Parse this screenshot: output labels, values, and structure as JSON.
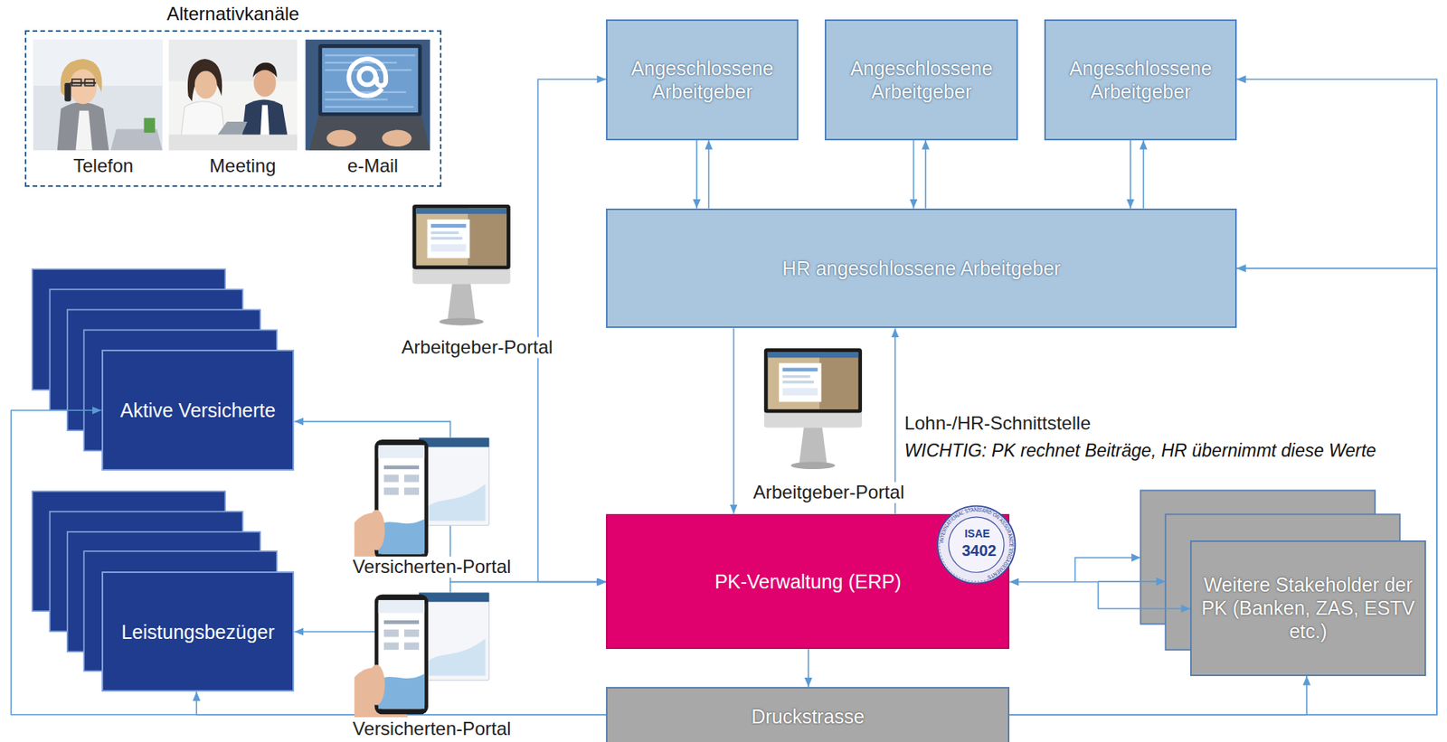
{
  "diagram": {
    "nodes": [
      {
        "text": [
          "Alternativkanäle"
        ]
      },
      {
        "text": [
          "Angeschlossene Arbeitgeber"
        ]
      },
      {
        "text": [
          "Angeschlossene Arbeitgeber"
        ]
      },
      {
        "text": [
          "Angeschlossene Arbeitgeber"
        ]
      },
      {
        "text": [
          "HR angeschlossene Arbeitgeber"
        ]
      },
      {
        "text": [
          "Aktive Versicherte"
        ]
      },
      {
        "text": [
          "PK-Verwaltung (ERP)"
        ]
      },
      {
        "text": [
          "Weitere Stakeholder der PK (Banken, ZAS, ESTV etc.)"
        ]
      },
      {
        "text": [
          "Leistungsbezüger"
        ]
      },
      {
        "text": [
          "Druckstrasse"
        ]
      }
    ],
    "edges": [
      {
        "from": 1,
        "to": 4,
        "arrow": "to"
      },
      {
        "from": 4,
        "to": 1,
        "arrow": "to"
      },
      {
        "from": 2,
        "to": 4,
        "arrow": "to"
      },
      {
        "from": 4,
        "to": 2,
        "arrow": "to"
      },
      {
        "from": 3,
        "to": 4,
        "arrow": "to"
      },
      {
        "from": 4,
        "to": 3,
        "arrow": "to"
      },
      {
        "from": 4,
        "to": 6,
        "arrow": "to"
      },
      {
        "from": 6,
        "to": 4,
        "arrow": "to"
      },
      {
        "from": 1,
        "to": 6,
        "arrow": "both"
      },
      {
        "from": 5,
        "to": 6,
        "arrow": "both"
      },
      {
        "from": 8,
        "to": 6,
        "arrow": "both"
      },
      {
        "from": 6,
        "to": 7,
        "arrow": "both"
      },
      {
        "from": 6,
        "to": 9,
        "arrow": "to"
      },
      {
        "from": 9,
        "to": 5,
        "arrow": "to"
      },
      {
        "from": 9,
        "to": 8,
        "arrow": "to"
      },
      {
        "from": 9,
        "to": 3,
        "arrow": "to"
      },
      {
        "from": 9,
        "to": 4,
        "arrow": "to"
      },
      {
        "from": 9,
        "to": 7,
        "arrow": "to"
      }
    ],
    "labels": [
      "Telefon",
      "Meeting",
      "e-Mail",
      "Arbeitgeber-Portal",
      "Arbeitgeber-Portal",
      "Lohn-/HR-Schnittstelle",
      "WICHTIG: PK rechnet Beiträge, HR übernimmt diese Werte",
      "Versicherten-Portal",
      "Versicherten-Portal",
      "ISAE",
      "3402",
      "INTERNATIONAL STANDARD ON ASSURANCE ENGAGEMENTS"
    ]
  }
}
